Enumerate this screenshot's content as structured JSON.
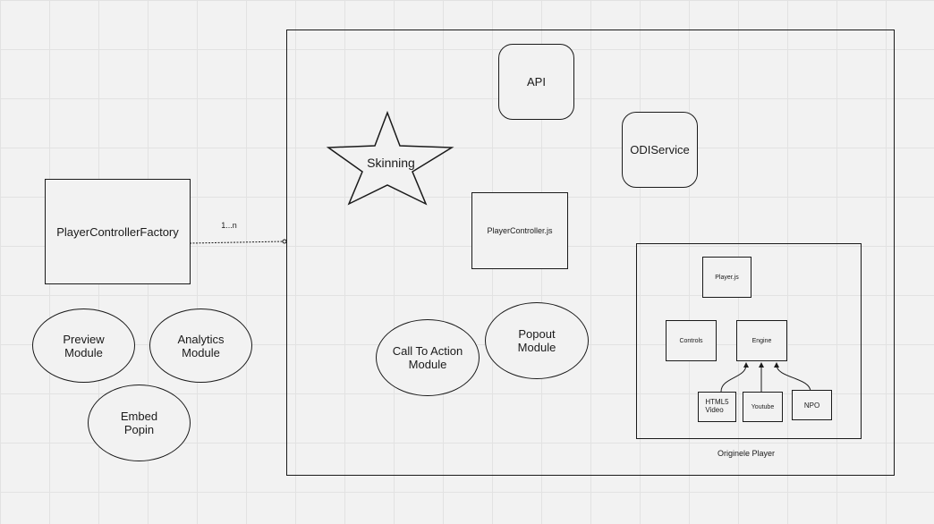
{
  "nodes": {
    "api": "API",
    "odi_service": "ODIService",
    "skinning": "Skinning",
    "player_controller_js": "PlayerController.js",
    "player_controller_factory": "PlayerControllerFactory",
    "preview_module": "Preview\nModule",
    "analytics_module": "Analytics\nModule",
    "embed_popin": "Embed\nPopin",
    "call_to_action_module": "Call To Action\nModule",
    "popout_module": "Popout\nModule",
    "player_js": "Player.js",
    "controls": "Controls",
    "engine": "Engine",
    "html5_video": "HTML5\nVideo",
    "youtube": "Youtube",
    "npo": "NPO",
    "originele_player": "Originele Player"
  },
  "connectors": {
    "factory_multiplicity": "1...n"
  }
}
